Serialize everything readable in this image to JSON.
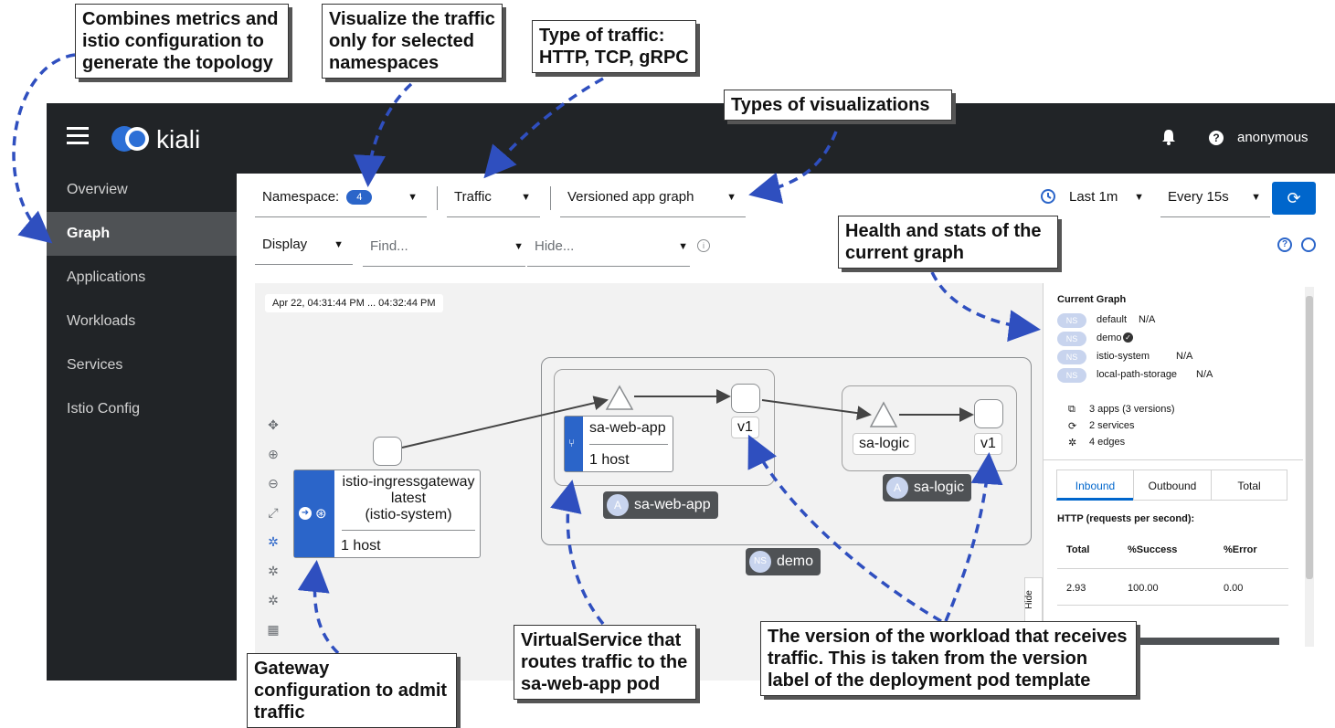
{
  "app": {
    "brand": "kiali",
    "user": "anonymous"
  },
  "sidebar": {
    "items": [
      {
        "label": "Overview",
        "active": false
      },
      {
        "label": "Graph",
        "active": true
      },
      {
        "label": "Applications",
        "active": false
      },
      {
        "label": "Workloads",
        "active": false
      },
      {
        "label": "Services",
        "active": false
      },
      {
        "label": "Istio Config",
        "active": false
      }
    ]
  },
  "toolbar": {
    "namespace_label": "Namespace:",
    "namespace_count": "4",
    "traffic_label": "Traffic",
    "graph_type": "Versioned app graph",
    "duration": "Last 1m",
    "refresh_interval": "Every 15s",
    "display_label": "Display",
    "find_placeholder": "Find...",
    "hide_placeholder": "Hide..."
  },
  "graph": {
    "timestamp": "Apr 22, 04:31:44 PM ... 04:32:44 PM",
    "gateway": {
      "name": "istio-ingressgateway",
      "version": "latest",
      "namespace": "(istio-system)",
      "hosts": "1 host"
    },
    "webapp": {
      "name": "sa-web-app",
      "hosts": "1 host",
      "version": "v1",
      "box_label": "sa-web-app"
    },
    "logic": {
      "name": "sa-logic",
      "version": "v1",
      "box_label": "sa-logic"
    },
    "namespace_box": "demo",
    "badges": {
      "app": "A",
      "namespace": "NS"
    }
  },
  "panel": {
    "title": "Current Graph",
    "namespaces": [
      {
        "name": "default",
        "status": "N/A"
      },
      {
        "name": "demo",
        "status": ""
      },
      {
        "name": "istio-system",
        "status": "N/A"
      },
      {
        "name": "local-path-storage",
        "status": "N/A"
      }
    ],
    "stats": {
      "apps": "3 apps (3 versions)",
      "services": "2 services",
      "edges": "4 edges"
    },
    "tabs": [
      "Inbound",
      "Outbound",
      "Total"
    ],
    "http_label": "HTTP (requests per second):",
    "table_headers": [
      "Total",
      "%Success",
      "%Error"
    ],
    "table_values": [
      "2.93",
      "100.00",
      "0.00"
    ],
    "hide_label": "Hide"
  },
  "callouts": {
    "topology": "Combines metrics and istio configuration to generate the topology",
    "namespaces": "Visualize the traffic only for selected namespaces",
    "traffic_type": "Type of traffic: HTTP, TCP, gRPC",
    "visualizations": "Types of visualizations",
    "health": "Health and stats of the current graph",
    "gateway": "Gateway configuration to admit traffic",
    "virtualservice": "VirtualService that routes traffic to the sa-web-app pod",
    "version": "The version of the workload that receives traffic. This is taken from the version label of the deployment pod template"
  },
  "colors": {
    "accent": "#0066cc",
    "masthead": "#212427",
    "arrow": "#2f4fbf"
  }
}
